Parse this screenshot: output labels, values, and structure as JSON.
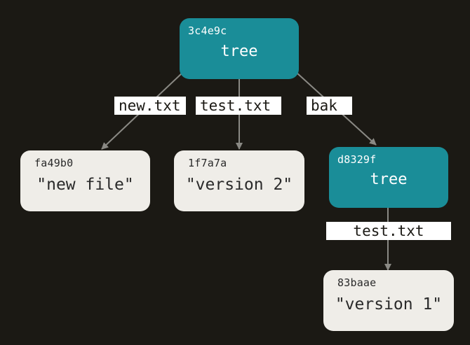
{
  "nodes": {
    "root_tree": {
      "hash": "3c4e9c",
      "label": "tree"
    },
    "new_file_blob": {
      "hash": "fa49b0",
      "label": "\"new file\""
    },
    "version2_blob": {
      "hash": "1f7a7a",
      "label": "\"version 2\""
    },
    "bak_tree": {
      "hash": "d8329f",
      "label": "tree"
    },
    "version1_blob": {
      "hash": "83baae",
      "label": "\"version 1\""
    }
  },
  "edges": {
    "new_txt": "new.txt",
    "test_txt_root": "test.txt",
    "bak": "bak",
    "test_txt_bak": "test.txt"
  },
  "colors": {
    "background": "#1b1914",
    "tree": "#1a8d98",
    "blob": "#efede8",
    "arrow": "#8a8984"
  }
}
